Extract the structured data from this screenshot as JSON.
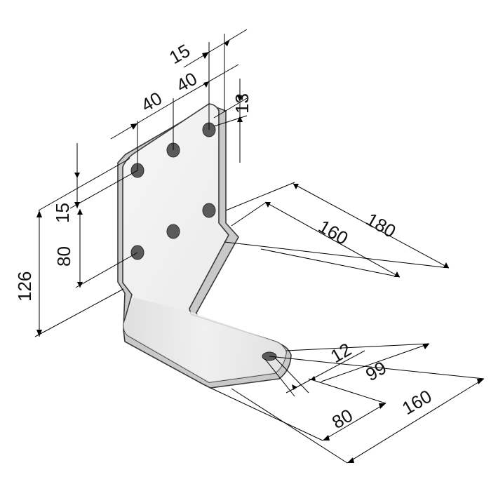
{
  "dimensions": {
    "top_offset": "15",
    "hole_spacing_right": "40",
    "hole_spacing_left": "40",
    "edge_offset_top": "13",
    "edge_offset_side": "15",
    "hole_spacing_vertical": "80",
    "upright_height": "126",
    "foot_length_outer": "180",
    "foot_length_inner": "160",
    "foot_hole_diameter": "12",
    "foot_hole_position": "99",
    "base_length": "160",
    "base_offset": "80"
  },
  "colors": {
    "metal_light": "#f4f4f4",
    "metal_mid": "#e2e2e2",
    "metal_edge": "#bdbdbd",
    "hole": "#5a5a5a",
    "lines": "#000000"
  }
}
